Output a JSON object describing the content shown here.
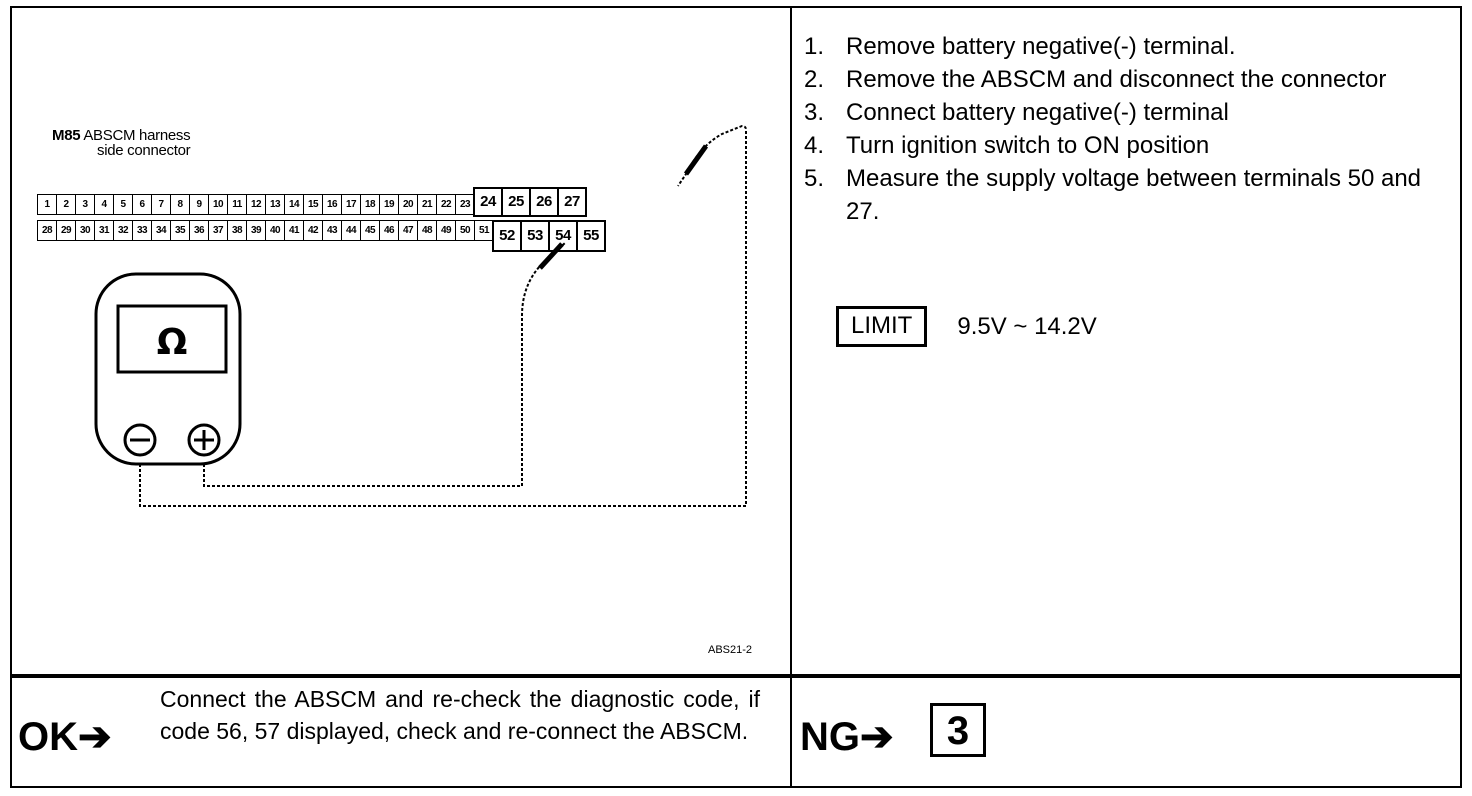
{
  "diagram": {
    "connector_id": "M85",
    "connector_title_1": "ABSCM harness",
    "connector_title_2": "side connector",
    "pins_top_small": [
      "1",
      "2",
      "3",
      "4",
      "5",
      "6",
      "7",
      "8",
      "9",
      "10",
      "11",
      "12",
      "13",
      "14",
      "15",
      "16",
      "17",
      "18",
      "19",
      "20",
      "21",
      "22",
      "23"
    ],
    "pins_top_big": [
      "24",
      "25",
      "26",
      "27"
    ],
    "pins_bottom_small": [
      "28",
      "29",
      "30",
      "31",
      "32",
      "33",
      "34",
      "35",
      "36",
      "37",
      "38",
      "39",
      "40",
      "41",
      "42",
      "43",
      "44",
      "45",
      "46",
      "47",
      "48",
      "49",
      "50",
      "51"
    ],
    "pins_bottom_big": [
      "52",
      "53",
      "54",
      "55"
    ],
    "meter_symbol": "Ω",
    "figure_id": "ABS21-2"
  },
  "procedure": {
    "steps": [
      {
        "num": "1.",
        "text": "Remove battery negative(-) terminal."
      },
      {
        "num": "2.",
        "text": "Remove the ABSCM and disconnect the connector"
      },
      {
        "num": "3.",
        "text": "Connect battery negative(-) terminal"
      },
      {
        "num": "4.",
        "text": "Turn ignition switch to ON position"
      },
      {
        "num": "5.",
        "text": "Measure the supply voltage between terminals 50 and 27."
      }
    ],
    "limit_label": "LIMIT",
    "limit_value": "9.5V ~ 14.2V"
  },
  "result": {
    "ok_label": "OK➔",
    "ok_text": "Connect the ABSCM and re-check the diagnostic code, if code 56, 57 displayed, check and re-connect the ABSCM.",
    "ng_label": "NG➔",
    "ng_step": "3"
  }
}
